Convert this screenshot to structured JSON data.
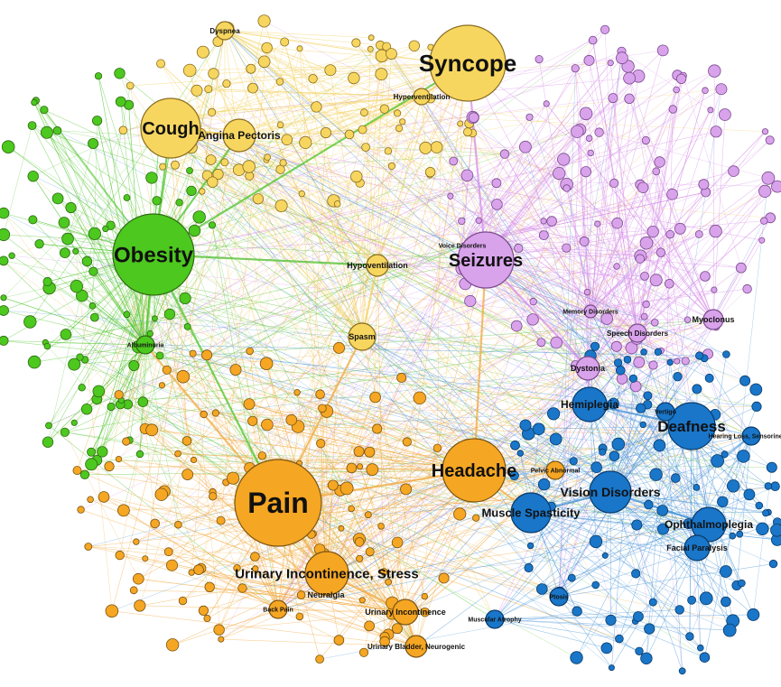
{
  "palette": {
    "yellow": "#f7d660",
    "yellow_stroke": "#8a6d1e",
    "green": "#4cc81e",
    "green_stroke": "#2f6a13",
    "violet": "#d9a3ec",
    "violet_stroke": "#7a4a8c",
    "orange": "#f5a623",
    "orange_stroke": "#7a5412",
    "blue": "#1976c9",
    "blue_stroke": "#0b3b6a",
    "edge_yellow": "#f3cd54",
    "edge_green": "#4fc42a",
    "edge_violet": "#d58be8",
    "edge_orange": "#f2a83c",
    "edge_blue": "#3f8fd6",
    "background": "#ffffff"
  },
  "major_nodes": [
    {
      "id": "syncope",
      "label": "Syncope",
      "group": "yellow"
    },
    {
      "id": "cough",
      "label": "Cough",
      "group": "yellow"
    },
    {
      "id": "angina",
      "label": "Angina Pectoris",
      "group": "yellow"
    },
    {
      "id": "dyspnea",
      "label": "Dyspnea",
      "group": "yellow"
    },
    {
      "id": "hyperventilation",
      "label": "Hyperventilation",
      "group": "yellow"
    },
    {
      "id": "hypoventilation",
      "label": "Hypoventilation",
      "group": "yellow"
    },
    {
      "id": "spasm",
      "label": "Spasm",
      "group": "yellow"
    },
    {
      "id": "obesity",
      "label": "Obesity",
      "group": "green"
    },
    {
      "id": "albuminuria",
      "label": "Albuminuria",
      "group": "green"
    },
    {
      "id": "seizures",
      "label": "Seizures",
      "group": "violet"
    },
    {
      "id": "voice",
      "label": "Voice Disorders",
      "group": "violet"
    },
    {
      "id": "dystonia",
      "label": "Dystonia",
      "group": "violet"
    },
    {
      "id": "myoclonus",
      "label": "Myoclonus",
      "group": "violet"
    },
    {
      "id": "speech",
      "label": "Speech Disorders",
      "group": "violet"
    },
    {
      "id": "memory",
      "label": "Memory Disorders",
      "group": "violet"
    },
    {
      "id": "headache",
      "label": "Headache",
      "group": "orange"
    },
    {
      "id": "pain",
      "label": "Pain",
      "group": "orange"
    },
    {
      "id": "uistress",
      "label": "Urinary Incontinence, Stress",
      "group": "orange"
    },
    {
      "id": "neuralgia",
      "label": "Neuralgia",
      "group": "orange"
    },
    {
      "id": "uincont",
      "label": "Urinary Incontinence",
      "group": "orange"
    },
    {
      "id": "bladder",
      "label": "Urinary Bladder, Neurogenic",
      "group": "orange"
    },
    {
      "id": "backpain",
      "label": "Back Pain",
      "group": "orange"
    },
    {
      "id": "paralysis_ab",
      "label": "Pelvic Abnormal",
      "group": "orange"
    },
    {
      "id": "hemiplegia",
      "label": "Hemiplegia",
      "group": "blue"
    },
    {
      "id": "deafness",
      "label": "Deafness",
      "group": "blue"
    },
    {
      "id": "vision",
      "label": "Vision Disorders",
      "group": "blue"
    },
    {
      "id": "spasticity",
      "label": "Muscle Spasticity",
      "group": "blue"
    },
    {
      "id": "ophthalmoplegia",
      "label": "Ophthalmoplegia",
      "group": "blue"
    },
    {
      "id": "facial",
      "label": "Facial Paralysis",
      "group": "blue"
    },
    {
      "id": "atrophy",
      "label": "Muscular Atrophy",
      "group": "blue"
    },
    {
      "id": "ptosis",
      "label": "Ptosis",
      "group": "blue"
    },
    {
      "id": "vertigo",
      "label": "Vertigo",
      "group": "blue"
    },
    {
      "id": "hearing",
      "label": "Hearing Loss, Sensorineural",
      "group": "blue"
    }
  ]
}
